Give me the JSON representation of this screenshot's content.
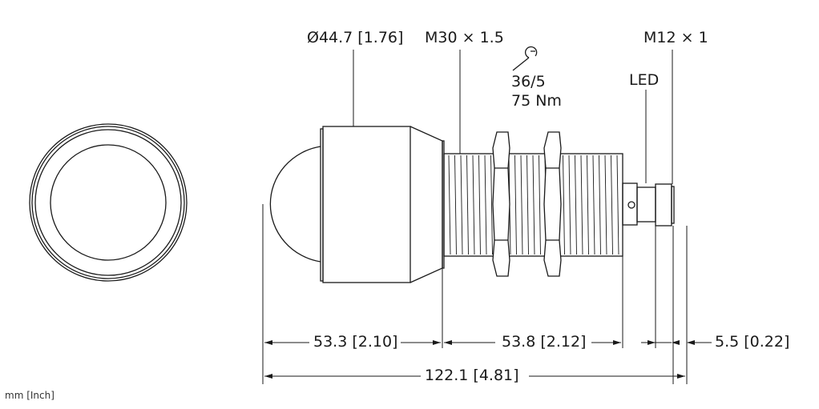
{
  "labels": {
    "diameter": "Ø44.7 [1.76]",
    "thread_main": "M30 × 1.5",
    "wrench_size": "36/5",
    "torque": "75 Nm",
    "led": "LED",
    "thread_connector": "M12 × 1"
  },
  "dimensions": {
    "lens_length": "53.3 [2.10]",
    "thread_length": "53.8 [2.12]",
    "connector_length": "5.5 [0.22]",
    "total_length": "122.1 [4.81]"
  },
  "units": "mm [Inch]"
}
